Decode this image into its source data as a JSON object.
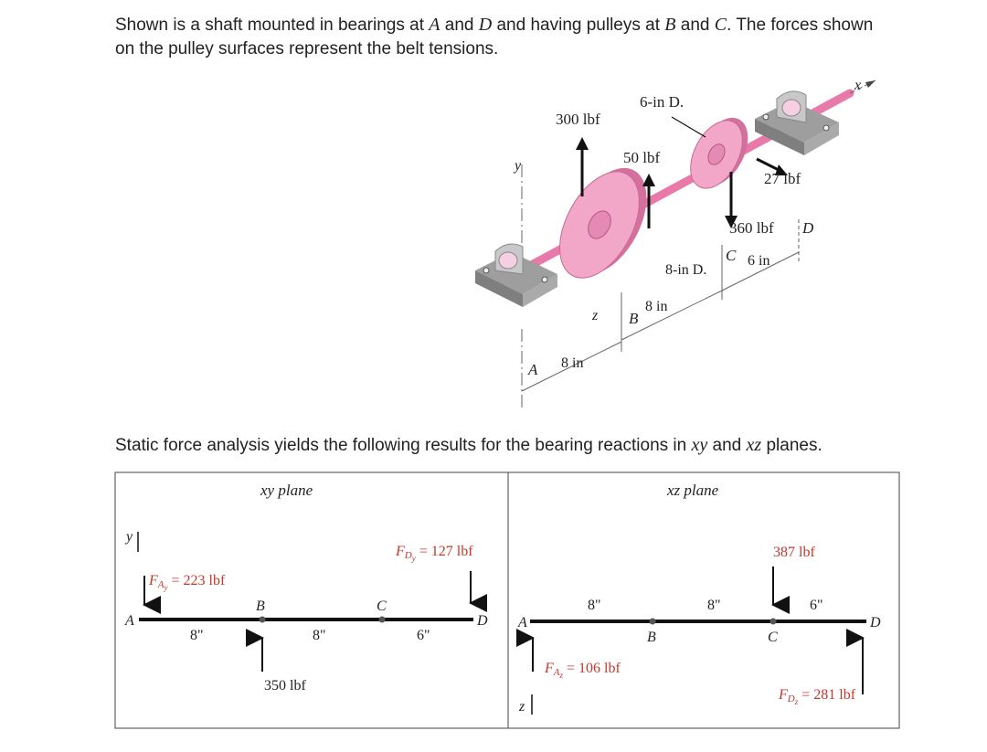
{
  "intro": {
    "part1": "Shown is a shaft mounted in bearings at ",
    "A": "A",
    "part2": " and ",
    "D": "D",
    "part3": " and having pulleys at ",
    "B": "B",
    "part4": " and ",
    "C": "C",
    "part5": ". The forces shown on the pulley surfaces represent the belt tensions."
  },
  "iso": {
    "f300": "300 lbf",
    "f50": "50 lbf",
    "d6": "6-in D.",
    "f27": "27 lbf",
    "f360": "360 lbf",
    "d8": "8-in D.",
    "dim6": "6 in",
    "dim8a": "8 in",
    "dim8b": "8 in",
    "axisX": "x",
    "axisY": "y",
    "axisZ": "z",
    "ptA": "A",
    "ptB": "B",
    "ptC": "C",
    "ptD": "D",
    "colors": {
      "pulley": "#f2a6c8",
      "pulley_dark": "#d4709e",
      "bearing": "#bdbdbd",
      "shaft": "#e879a8"
    }
  },
  "mid": {
    "part1": "Static force analysis yields the following results for the bearing reactions in ",
    "xy": "xy",
    "part2": " and ",
    "xz": "xz",
    "part3": " planes."
  },
  "xy": {
    "title": "xy plane",
    "axis": "y",
    "fay_F": "F",
    "fay_sub": "A",
    "fay_subsub": "y",
    "fay_val": " = 223 lbf",
    "fdy_F": "F",
    "fdy_sub": "D",
    "fdy_subsub": "y",
    "fdy_val": " = 127 lbf",
    "f350": "350 lbf",
    "ptA": "A",
    "ptB": "B",
    "ptC": "C",
    "ptD": "D",
    "s1": "8\"",
    "s2": "8\"",
    "s3": "6\""
  },
  "xz": {
    "title": "xz plane",
    "axis": "z",
    "faz_F": "F",
    "faz_sub": "A",
    "faz_subsub": "z",
    "faz_val": " = 106 lbf",
    "fdz_F": "F",
    "fdz_sub": "D",
    "fdz_subsub": "z",
    "fdz_val": " = 281 lbf",
    "f387": "387 lbf",
    "ptA": "A",
    "ptB": "B",
    "ptC": "C",
    "ptD": "D",
    "s1": "8\"",
    "s2": "8\"",
    "s3": "6\""
  }
}
